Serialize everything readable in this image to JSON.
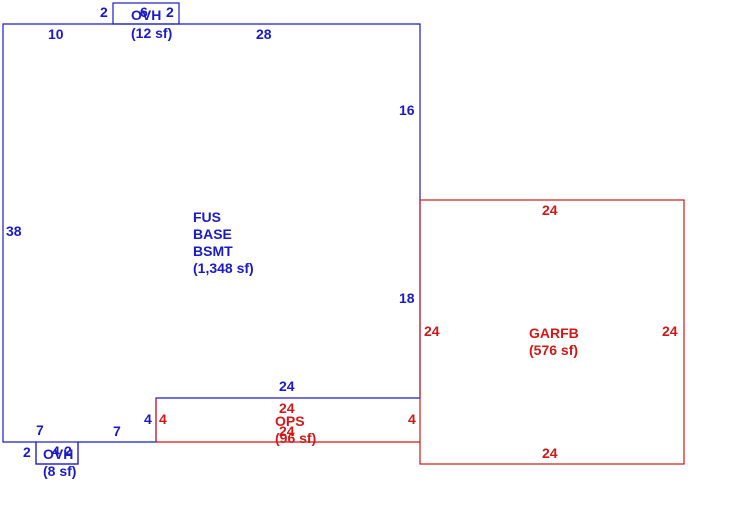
{
  "areas": {
    "fus": {
      "lines": [
        "FUS",
        "BASE",
        "BSMT",
        "(1,348 sf)"
      ],
      "color": "#1a1ac8"
    },
    "garfb": {
      "lines": [
        "GARFB",
        "(576 sf)"
      ],
      "color": "#d01818"
    },
    "ops": {
      "lines": [
        "OPS",
        "(96 sf)"
      ],
      "color": "#d01818"
    },
    "ovh_top": {
      "lines": [
        "OVH",
        "(12 sf)"
      ],
      "color": "#1a1ac8"
    },
    "ovh_bottom": {
      "lines": [
        "OVH",
        "(8 sf)"
      ],
      "color": "#1a1ac8"
    }
  },
  "dimensions": {
    "fus_top_left": "10",
    "fus_top_right": "28",
    "fus_left": "38",
    "fus_right_upper": "16",
    "fus_right_lower": "18",
    "fus_bottom_left_a": "7",
    "fus_bottom_left_b": "7",
    "fus_notch_vertical": "4",
    "fus_notch_top": "24",
    "ovh_top_left": "2",
    "ovh_top_width": "6",
    "ovh_top_right": "2",
    "ovh_bottom_left": "2",
    "ovh_bottom_width": "4",
    "ovh_bottom_right": "2",
    "garfb_top": "24",
    "garfb_bottom": "24",
    "garfb_left": "24",
    "garfb_right": "24",
    "ops_top": "24",
    "ops_bottom": "24",
    "ops_left": "4",
    "ops_right": "4"
  },
  "colors": {
    "blue": "#1a1ac8",
    "red": "#d01818"
  }
}
